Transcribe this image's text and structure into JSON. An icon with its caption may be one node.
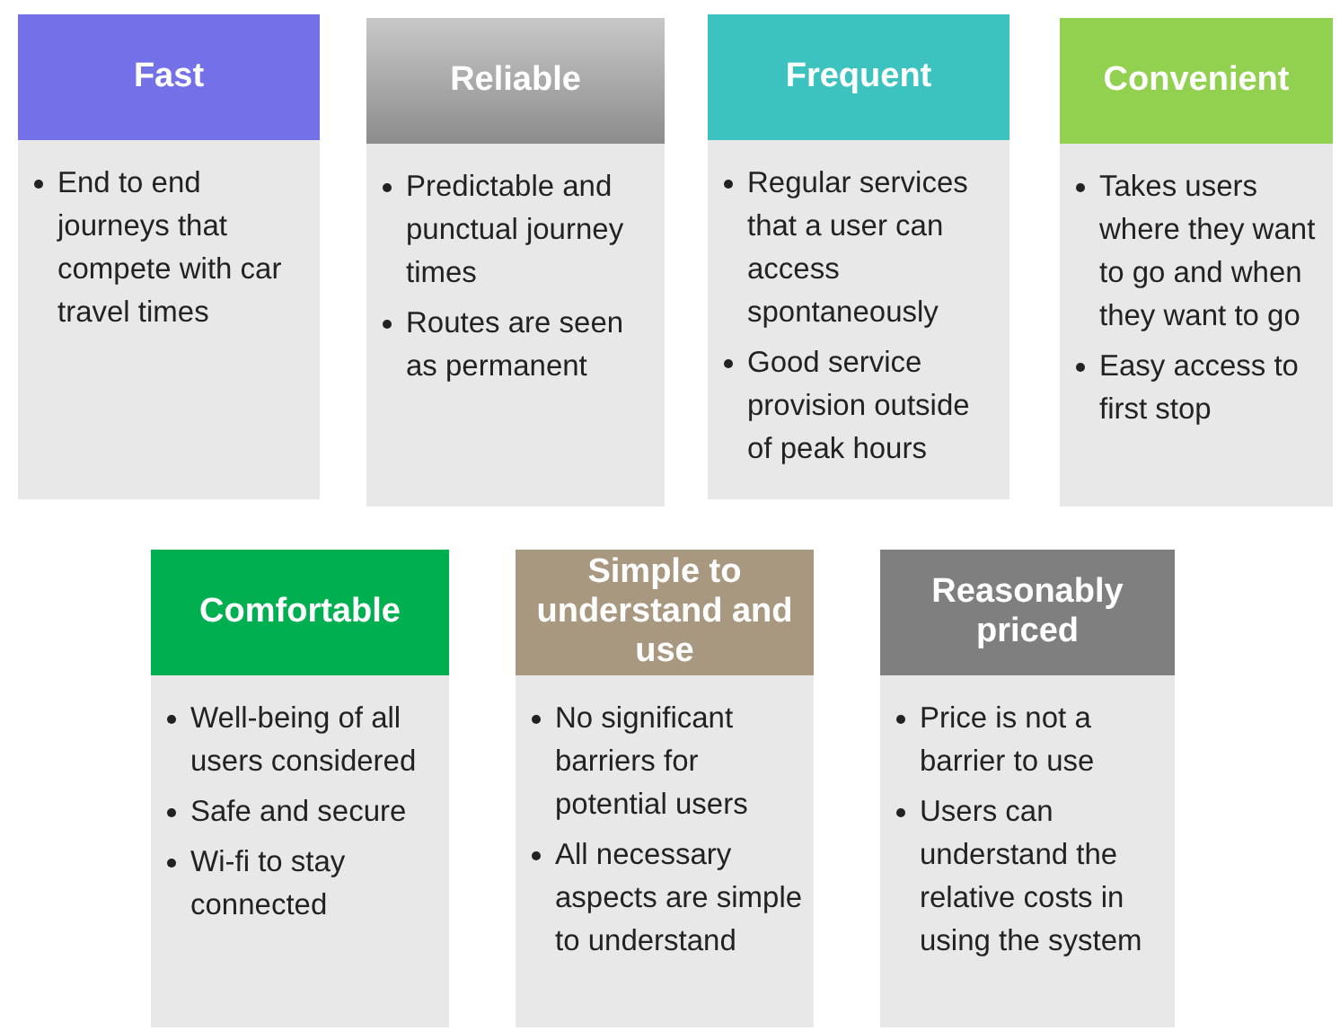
{
  "diagram": {
    "nodes": [
      {
        "text": [
          "Fast",
          "End to end journeys that compete with car travel times"
        ]
      },
      {
        "text": [
          "Reliable",
          "Predictable and punctual journey times",
          "Routes are seen as permanent"
        ]
      },
      {
        "text": [
          "Frequent",
          "Regular services that a user can access spontaneously",
          "Good service provision outside of peak hours"
        ]
      },
      {
        "text": [
          "Convenient",
          "Takes users where they want to go and when they want to go",
          "Easy access to first stop"
        ]
      },
      {
        "text": [
          "Comfortable",
          "Well-being of all users considered",
          "Safe and secure",
          "Wi-fi to stay connected"
        ]
      },
      {
        "text": [
          "Simple to understand and use",
          "No significant barriers for potential users",
          "All necessary aspects are simple to understand"
        ]
      },
      {
        "text": [
          "Reasonably priced",
          "Price is not a barrier to use",
          "Users can understand the relative costs in using the system"
        ]
      }
    ]
  }
}
